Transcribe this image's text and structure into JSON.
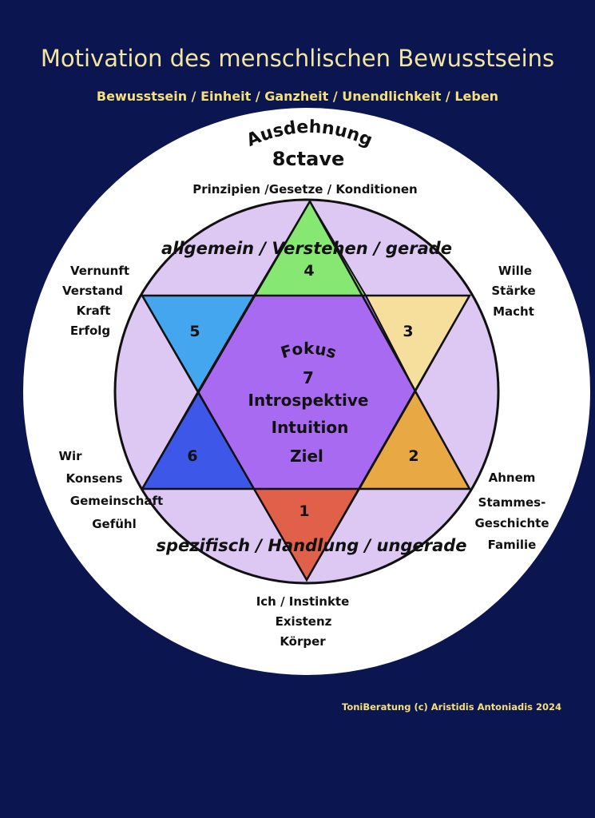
{
  "title": "Motivation des menschlischen Bewusstseins",
  "subtitle": "Bewusstsein / Einheit /  Ganzheit / Unendlichkeit / Leben",
  "credit": "ToniBeratung (c) Aristidis Antoniadis 2024",
  "colors": {
    "background": "#0b1550",
    "outer_circle": "#ffffff",
    "inner_circle": "#dcc8f2",
    "hexagon": "#a86af0",
    "tri1": "#e0604a",
    "tri2": "#e8a844",
    "tri3": "#f6df9c",
    "tri4": "#86e872",
    "tri5": "#44a6ee",
    "tri6": "#3d57e8"
  },
  "top": {
    "arc": "Ausdehnung",
    "octave": "8ctave",
    "principles": "Prinzipien /Gesetze / Konditionen"
  },
  "band_top": "allgemein / Verstehen / gerade",
  "band_bottom": "spezifisch / Handlung / ungerade",
  "numbers": {
    "n1": "1",
    "n2": "2",
    "n3": "3",
    "n4": "4",
    "n5": "5",
    "n6": "6"
  },
  "center": {
    "arc": "Fokus",
    "num": "7",
    "line1": "Introspektive",
    "line2": "Intuition",
    "line3": "Ziel"
  },
  "left_upper": [
    "Vernunft",
    "Verstand",
    "Kraft",
    "Erfolg"
  ],
  "right_upper": [
    "Wille",
    "Stärke",
    "Macht"
  ],
  "left_lower": [
    "Wir",
    "Konsens",
    "Gemeinschaft",
    "Gefühl"
  ],
  "right_lower": [
    "Ahnem",
    "Stammes-",
    "Geschichte",
    "Familie"
  ],
  "bottom": [
    "Ich / Instinkte",
    "Existenz",
    "Körper"
  ]
}
